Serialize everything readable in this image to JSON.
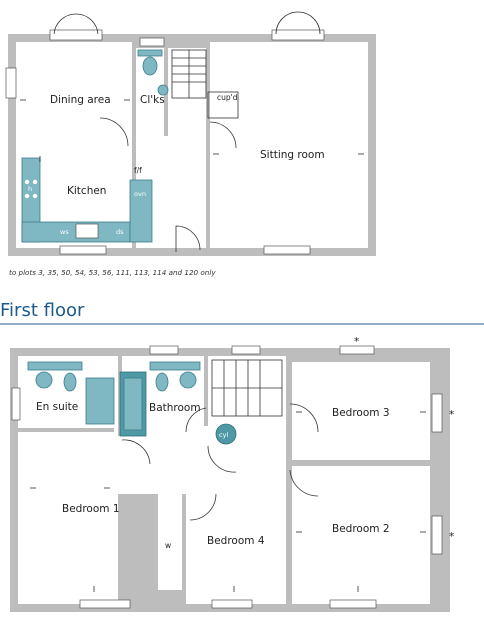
{
  "ground_floor": {
    "rooms": {
      "dining": "Dining area",
      "clks": "Cl'ks",
      "cupd": "cup'd",
      "sitting": "Sitting room",
      "kitchen": "Kitchen",
      "ff": "f/f",
      "oven": "ovn",
      "hob": "h",
      "ws": "ws",
      "ds": "ds"
    },
    "footnote": "to plots 3, 35, 50, 54, 53, 56, 111, 113, 114 and 120 only"
  },
  "first_floor": {
    "title": "First floor",
    "rooms": {
      "ensuite": "En suite",
      "bathroom": "Bathroom",
      "bedroom1": "Bedroom 1",
      "bedroom2": "Bedroom 2",
      "bedroom3": "Bedroom 3",
      "bedroom4": "Bedroom 4",
      "cyl": "cyl",
      "w": "w"
    },
    "marks": {
      "star": "*"
    }
  },
  "colors": {
    "wall": "#bdbdbd",
    "fixture": "#7fb7c2",
    "title": "#1d5a8c",
    "rule": "#1d5a8c"
  }
}
